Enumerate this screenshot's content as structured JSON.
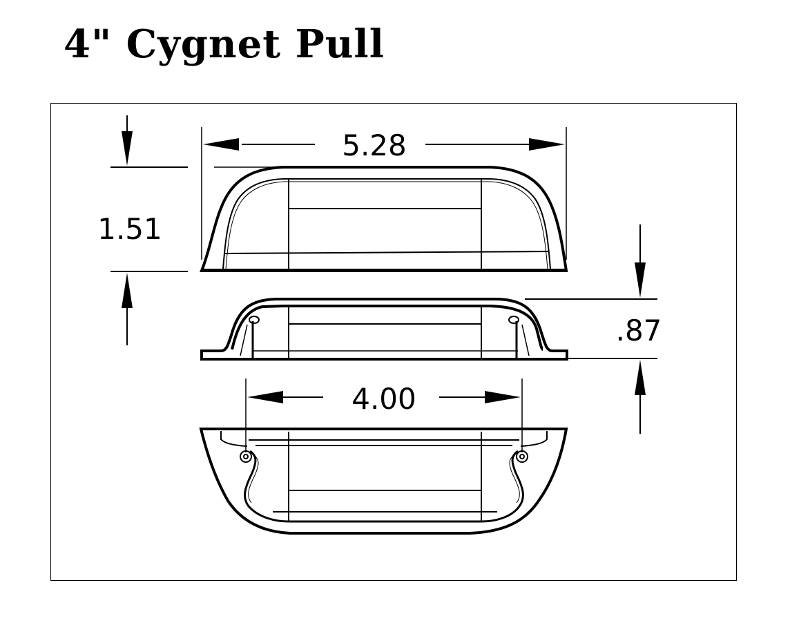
{
  "title": "4\" Cygnet Pull",
  "drawing": {
    "views": [
      "top-view",
      "side-view",
      "bottom-view"
    ],
    "dimensions": {
      "overall_length": "5.28",
      "height": "1.51",
      "projection": ".87",
      "hole_center": "4.00"
    },
    "colors": {
      "line": "#000000",
      "background": "#ffffff"
    }
  }
}
